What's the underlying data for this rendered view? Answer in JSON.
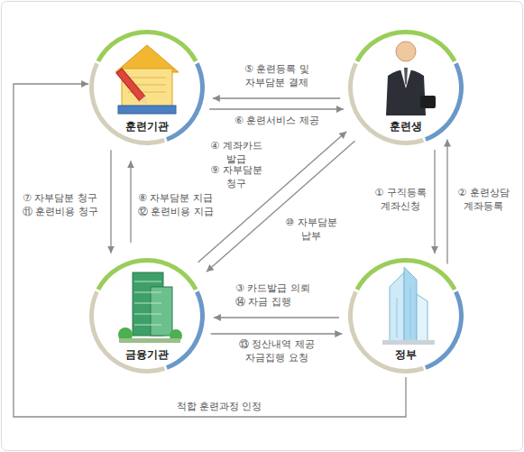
{
  "diagram": {
    "nodes": [
      {
        "text": [
          "훈련기관"
        ]
      },
      {
        "text": [
          "훈련생"
        ]
      },
      {
        "text": [
          "금융기관"
        ]
      },
      {
        "text": [
          "정부"
        ]
      }
    ],
    "edges": [
      {
        "from": 1,
        "to": 0,
        "label": "⑤ 훈련등록 및 자부담분 결제",
        "arrow": "to"
      },
      {
        "from": 0,
        "to": 1,
        "label": "⑥ 훈련서비스 제공",
        "arrow": "to"
      },
      {
        "from": 2,
        "to": 1,
        "label": "④ 계좌카드 발급",
        "arrow": "to"
      },
      {
        "from": 1,
        "to": 2,
        "label": "⑩ 자부담분 납부",
        "arrow": "to"
      },
      {
        "from": 0,
        "to": 2,
        "label": "⑦ 자부담분 청구 ⑪ 훈련비용 청구",
        "arrow": "to"
      },
      {
        "from": 2,
        "to": 0,
        "label": "⑧ 자부담분 지급 ⑫ 훈련비용 지급",
        "arrow": "to"
      },
      {
        "from": 1,
        "to": 3,
        "label": "① 구직등록 계좌신청",
        "arrow": "to"
      },
      {
        "from": 3,
        "to": 1,
        "label": "② 훈련상담 계좌등록",
        "arrow": "to"
      },
      {
        "from": 3,
        "to": 2,
        "label": "③ 카드발급 의뢰 ⑭ 자금 집행",
        "arrow": "to"
      },
      {
        "from": 2,
        "to": 3,
        "label": "⑬ 정산내역 제공 자금집행 요청",
        "arrow": "to"
      },
      {
        "from": 3,
        "to": 0,
        "label": "적합 훈련과정 인정",
        "arrow": "to"
      }
    ],
    "labels": [
      "⑨ 자부담분 청구"
    ]
  }
}
